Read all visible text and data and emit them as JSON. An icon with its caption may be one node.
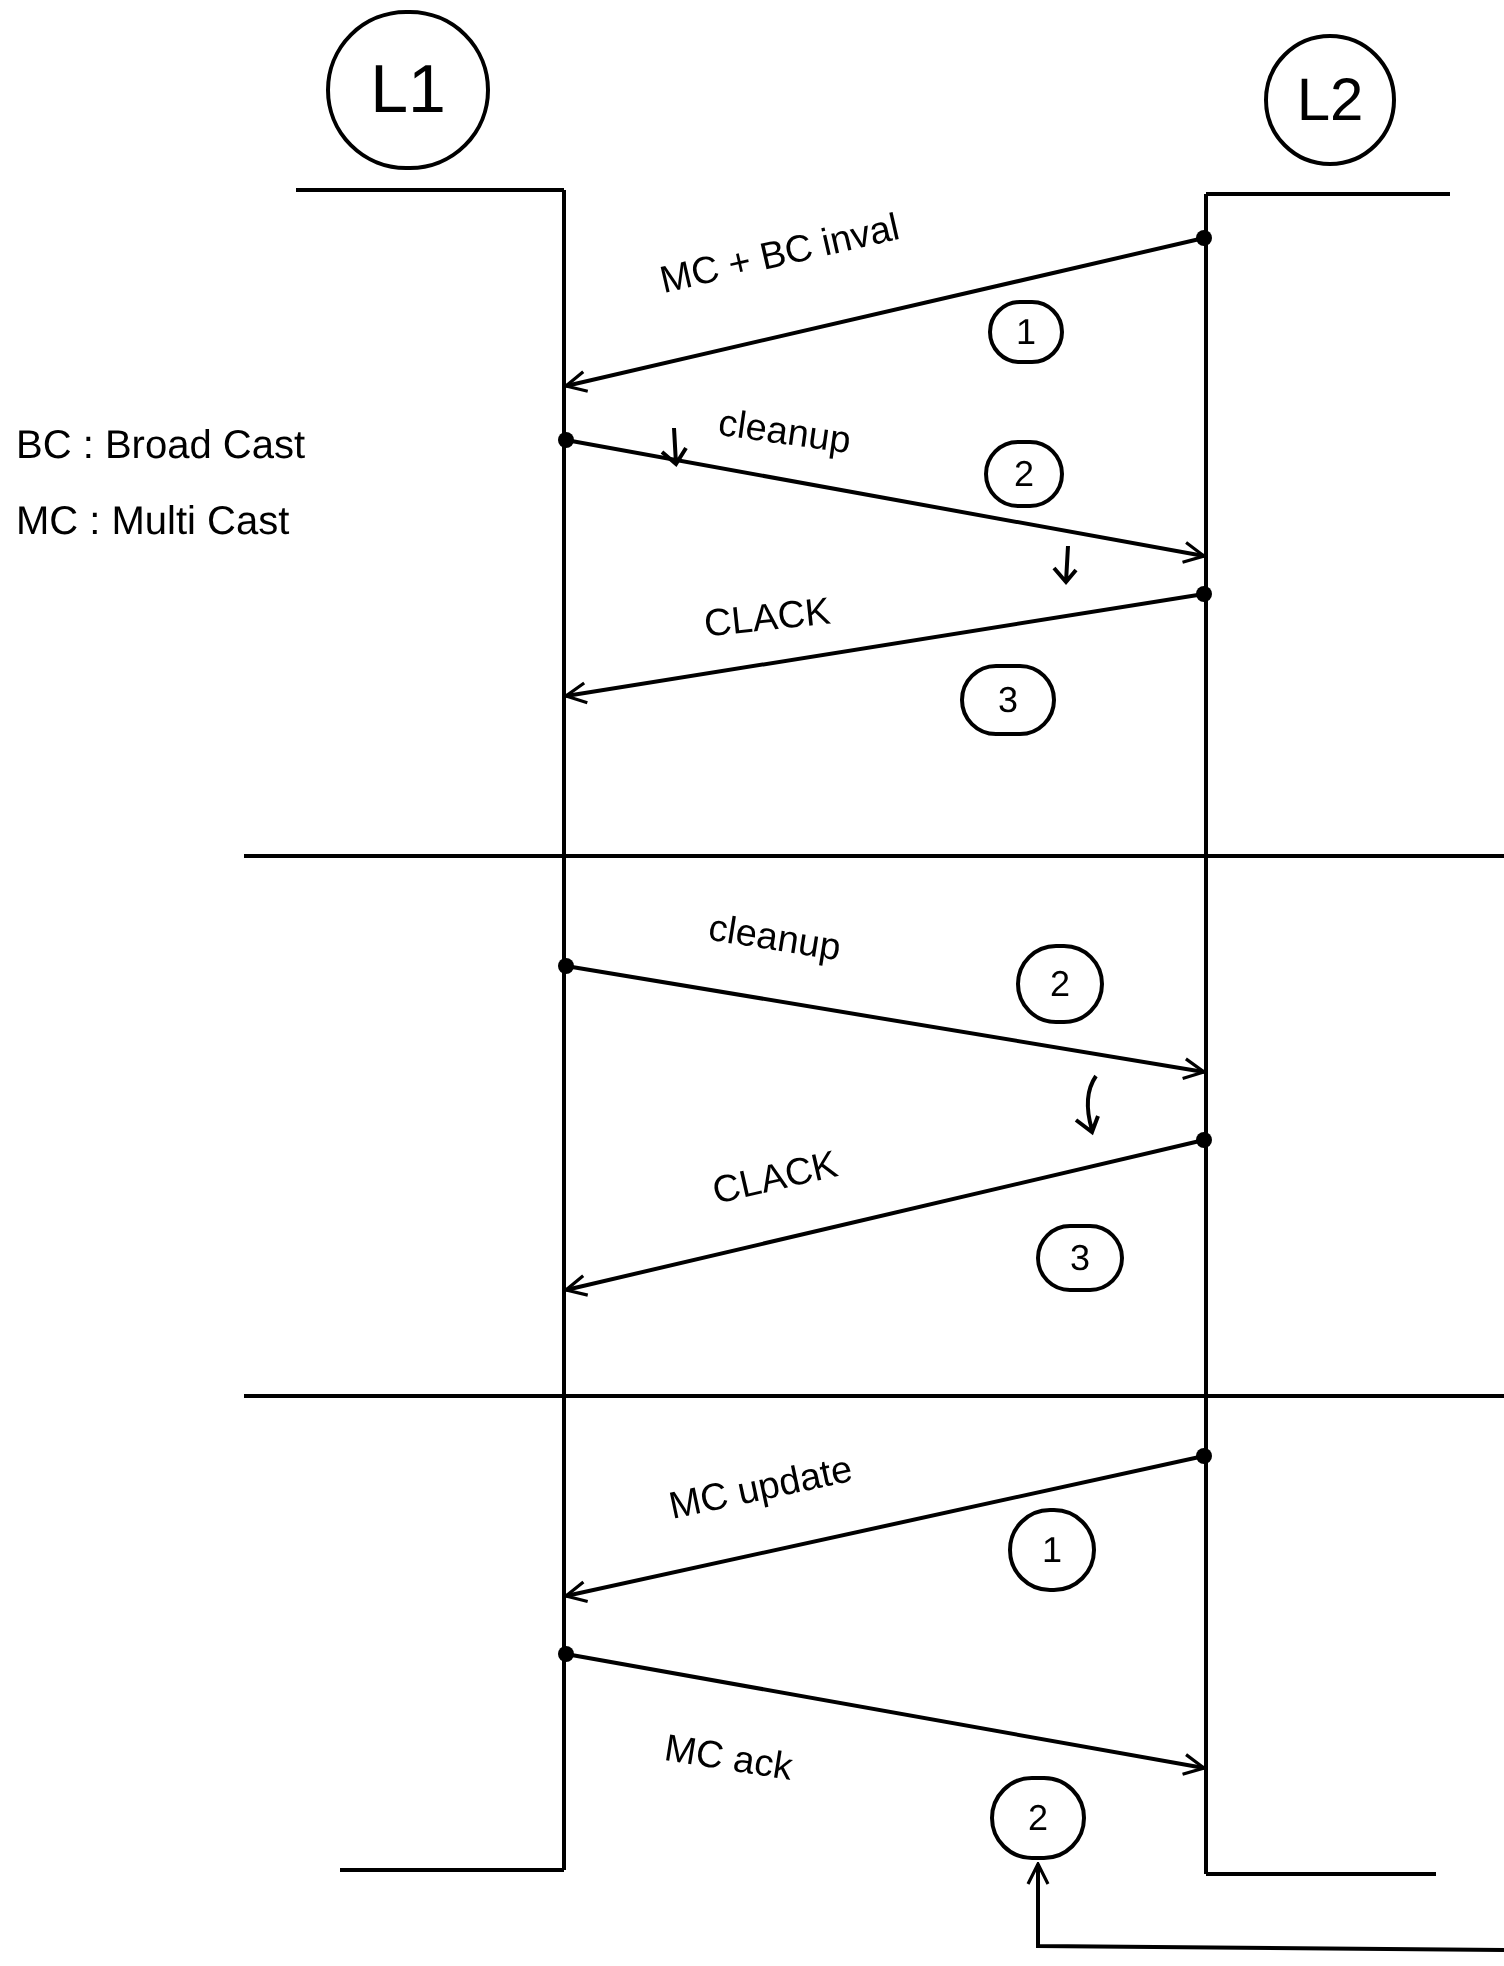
{
  "diagram": {
    "nodes": [
      {
        "text": [
          "L1"
        ]
      },
      {
        "text": [
          "L2"
        ]
      },
      {
        "text": [],
        "shape": "bar"
      },
      {
        "text": [],
        "shape": "bar"
      },
      {
        "text": [
          "1"
        ]
      },
      {
        "text": [
          "2"
        ]
      },
      {
        "text": [
          "3"
        ]
      },
      {
        "text": [
          "2"
        ]
      },
      {
        "text": [
          "3"
        ]
      },
      {
        "text": [
          "1"
        ]
      },
      {
        "text": [
          "2"
        ]
      }
    ],
    "edges": [
      {
        "from": 3,
        "to": 2,
        "arrow": "to",
        "label": "MC + BC inval"
      },
      {
        "from": 2,
        "to": 3,
        "arrow": "to",
        "label": "cleanup"
      },
      {
        "from": 3,
        "to": 2,
        "arrow": "to",
        "label": "CLACK"
      },
      {
        "from": 2,
        "to": 3,
        "arrow": "to",
        "label": "cleanup"
      },
      {
        "from": 3,
        "to": 2,
        "arrow": "to",
        "label": "CLACK"
      },
      {
        "from": 3,
        "to": 2,
        "arrow": "to",
        "label": "MC update"
      },
      {
        "from": 2,
        "to": 3,
        "arrow": "to",
        "label": "MC ack"
      },
      {
        "from": null,
        "to": 10,
        "arrow": "to"
      }
    ],
    "labels": [
      "BC : Broad Cast",
      "MC : Multi Cast"
    ]
  }
}
